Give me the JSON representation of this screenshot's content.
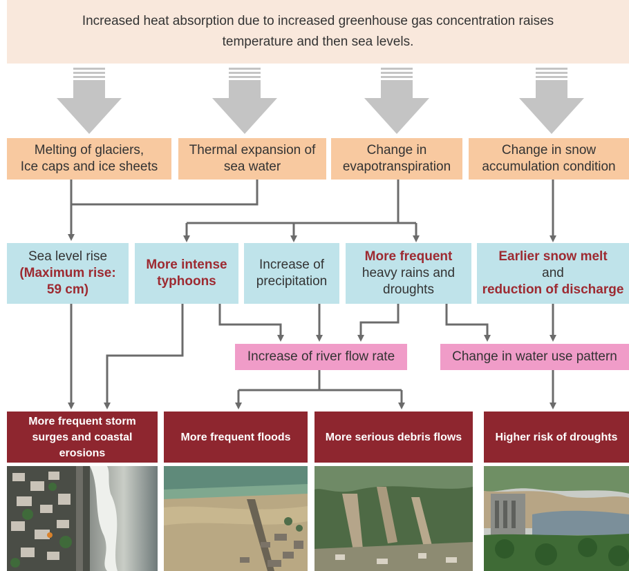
{
  "banner": {
    "line1": "Increased heat absorption due to increased greenhouse gas concentration raises",
    "line2": "temperature and then sea levels."
  },
  "causes": [
    {
      "line1": "Melting of glaciers,",
      "line2": "Ice caps and ice sheets"
    },
    {
      "line1": "Thermal expansion of",
      "line2": "sea water"
    },
    {
      "line1": "Change in",
      "line2": "evapotranspiration"
    },
    {
      "line1": "Change in snow",
      "line2": "accumulation condition"
    }
  ],
  "effects": {
    "sea_level": {
      "line1": "Sea level rise",
      "line2": "(Maximum rise:",
      "line3": "59 cm)"
    },
    "typhoons": {
      "line1": "More intense",
      "line2": "typhoons"
    },
    "precipitation": {
      "line1": "Increase of",
      "line2": "precipitation"
    },
    "frequent": {
      "line1": "More frequent",
      "line2": "heavy rains and",
      "line3": "droughts"
    },
    "snow_melt": {
      "line1": "Earlier snow melt",
      "line2": "and",
      "line3": "reduction of discharge"
    }
  },
  "intermediate": {
    "river_flow": "Increase of river flow rate",
    "water_use": "Change in water use pattern"
  },
  "impacts": [
    {
      "line1": "More frequent storm",
      "line2": "surges and coastal",
      "line3": "erosions"
    },
    {
      "line1": "More frequent floods"
    },
    {
      "line1": "More serious debris flows"
    },
    {
      "line1": "Higher risk of droughts"
    }
  ],
  "colors": {
    "banner": "#f9e8dc",
    "cause": "#f8c9a0",
    "effect": "#bfe3ea",
    "intermediate": "#f09cc8",
    "impact": "#8e262f",
    "highlight": "#9d2a31",
    "connector": "#6b6b6b",
    "big_arrow": "#c4c4c4"
  }
}
